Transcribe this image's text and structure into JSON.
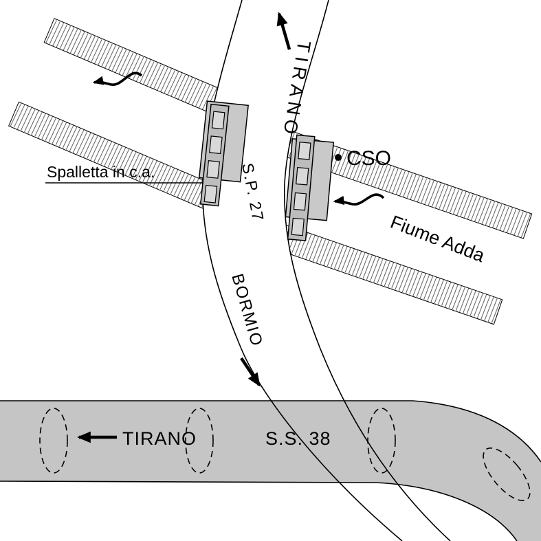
{
  "diagram": {
    "road_sp27": {
      "name": "S.P. 27",
      "direction_up": "TIRANO",
      "direction_down": "BORMIO"
    },
    "road_ss38": {
      "name": "S.S. 38",
      "direction_left": "TIRANO"
    },
    "river": {
      "name": "Fiume Adda"
    },
    "annotations": {
      "parapet": "Spalletta in c.a.",
      "point_marker": "CSO"
    }
  },
  "colors": {
    "road_gray": "#c5c5c5",
    "bridge_gray": "#c9c9c9",
    "parapet_gray": "#bdbdbd",
    "rung_gray": "#d9d9d9",
    "hatch_stroke": "#4a4a4a",
    "line_black": "#000000",
    "background": "#ffffff"
  }
}
